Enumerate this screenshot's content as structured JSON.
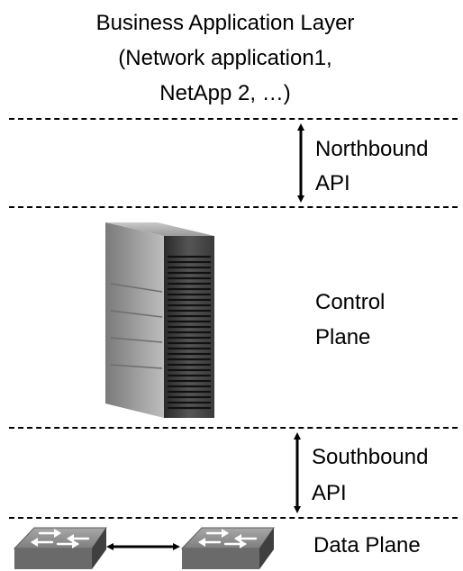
{
  "business_layer": {
    "title_line1": "Business Application Layer",
    "title_line2": "(Network application1,",
    "title_line3": "NetApp 2, …)"
  },
  "northbound_api": {
    "line1": "Northbound",
    "line2": "API"
  },
  "control_plane": {
    "line1": "Control",
    "line2": "Plane"
  },
  "southbound_api": {
    "line1": "Southbound",
    "line2": "API"
  },
  "data_plane": {
    "label": "Data Plane"
  },
  "icons": {
    "server": "server-tower-icon",
    "switch_left": "network-switch-icon",
    "switch_right": "network-switch-icon"
  }
}
